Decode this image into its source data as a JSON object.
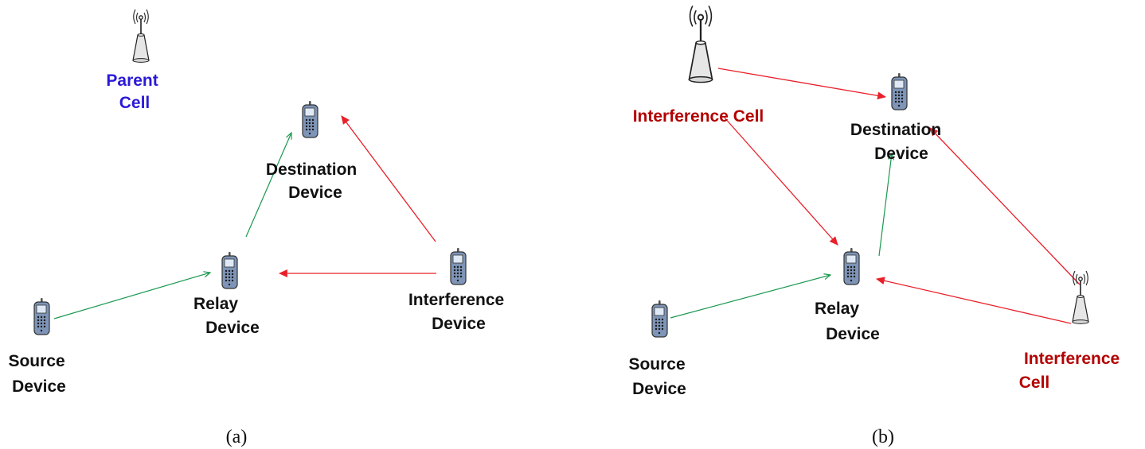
{
  "colors": {
    "link": "#1a9850",
    "interference": "#e8202a",
    "parent_text": "#2b1ad8",
    "interference_text": "#b30000",
    "text": "#111111"
  },
  "panel_a": {
    "caption": "(a)",
    "parent_cell": [
      "Parent",
      "Cell"
    ],
    "destination": [
      "Destination",
      "Device"
    ],
    "relay": [
      "Relay",
      "Device"
    ],
    "source": [
      "Source",
      "Device"
    ],
    "interference_device": [
      "Interference",
      "Device"
    ]
  },
  "panel_b": {
    "caption": "(b)",
    "interference_cell_top": [
      "Interference Cell"
    ],
    "destination": [
      "Destination",
      "Device"
    ],
    "relay": [
      "Relay",
      "Device"
    ],
    "source": [
      "Source",
      "Device"
    ],
    "interference_cell_right": [
      "Interference",
      "Cell"
    ]
  }
}
